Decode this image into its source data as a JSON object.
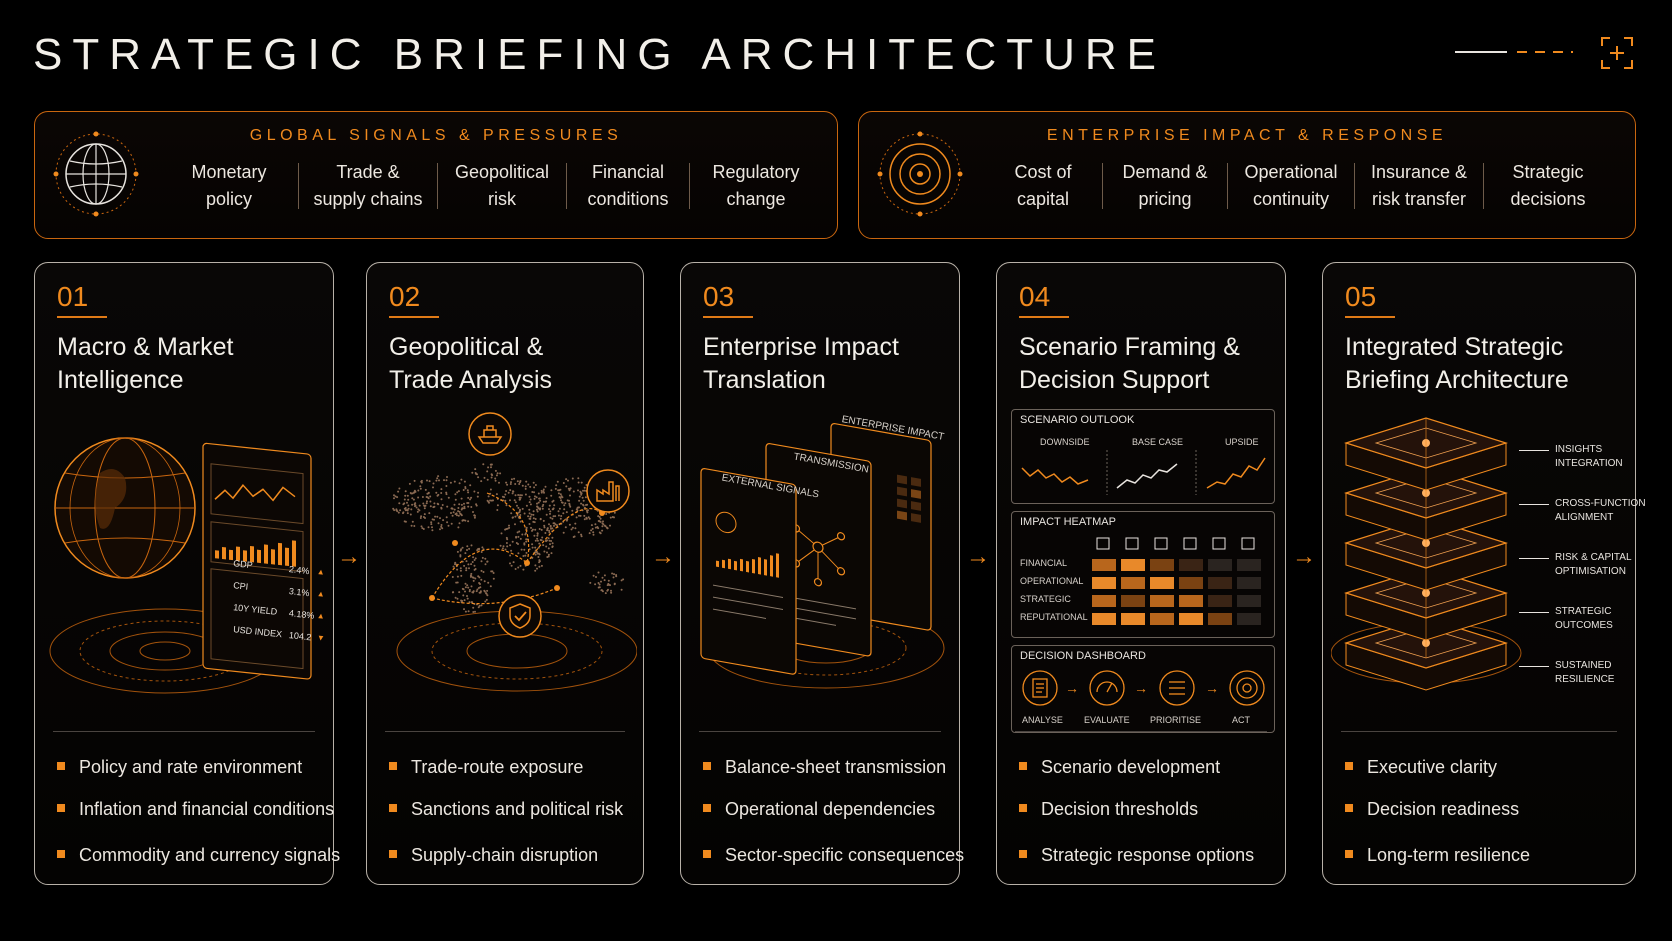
{
  "title": "STRATEGIC BRIEFING ARCHITECTURE",
  "accent": "#f08a1e",
  "bands": [
    {
      "title": "GLOBAL SIGNALS & PRESSURES",
      "icon": "globe-icon",
      "items": [
        "Monetary\npolicy",
        "Trade &\nsupply chains",
        "Geopolitical\nrisk",
        "Financial\nconditions",
        "Regulatory\nchange"
      ]
    },
    {
      "title": "ENTERPRISE IMPACT & RESPONSE",
      "icon": "target-icon",
      "items": [
        "Cost of\ncapital",
        "Demand &\npricing",
        "Operational\ncontinuity",
        "Insurance &\nrisk transfer",
        "Strategic\ndecisions"
      ]
    }
  ],
  "cards": [
    {
      "num": "01",
      "title": "Macro & Market\nIntelligence",
      "bullets": [
        "Policy and rate environment",
        "Inflation and financial conditions",
        "Commodity and currency signals"
      ],
      "indicators": [
        {
          "label": "GDP",
          "value": "2.4%",
          "dir": "up"
        },
        {
          "label": "CPI",
          "value": "3.1%",
          "dir": "up"
        },
        {
          "label": "10Y YIELD",
          "value": "4.18%",
          "dir": "up"
        },
        {
          "label": "USD INDEX",
          "value": "104.2",
          "dir": "down"
        }
      ]
    },
    {
      "num": "02",
      "title": "Geopolitical &\nTrade Analysis",
      "bullets": [
        "Trade-route exposure",
        "Sanctions and political risk",
        "Supply-chain disruption"
      ]
    },
    {
      "num": "03",
      "title": "Enterprise Impact\nTranslation",
      "bullets": [
        "Balance-sheet transmission",
        "Operational dependencies",
        "Sector-specific consequences"
      ],
      "panels": [
        "EXTERNAL SIGNALS",
        "TRANSMISSION",
        "ENTERPRISE IMPACT"
      ]
    },
    {
      "num": "04",
      "title": "Scenario Framing &\nDecision Support",
      "bullets": [
        "Scenario development",
        "Decision thresholds",
        "Strategic response options"
      ],
      "scenario": {
        "title": "SCENARIO OUTLOOK",
        "cases": [
          "DOWNSIDE",
          "BASE CASE",
          "UPSIDE"
        ]
      },
      "heatmap": {
        "title": "IMPACT HEATMAP",
        "rows": [
          "FINANCIAL",
          "OPERATIONAL",
          "STRATEGIC",
          "REPUTATIONAL"
        ],
        "icons": [
          "bank-icon",
          "chart-icon",
          "factory-icon",
          "people-icon",
          "cart-icon",
          "umbrella-icon"
        ]
      },
      "dashboard": {
        "title": "DECISION DASHBOARD",
        "steps": [
          "ANALYSE",
          "EVALUATE",
          "PRIORITISE",
          "ACT"
        ]
      }
    },
    {
      "num": "05",
      "title": "Integrated Strategic\nBriefing Architecture",
      "bullets": [
        "Executive clarity",
        "Decision readiness",
        "Long-term resilience"
      ],
      "layers": [
        "INSIGHTS\nINTEGRATION",
        "CROSS-FUNCTION\nALIGNMENT",
        "RISK & CAPITAL\nOPTIMISATION",
        "STRATEGIC\nOUTCOMES",
        "SUSTAINED\nRESILIENCE"
      ]
    }
  ]
}
